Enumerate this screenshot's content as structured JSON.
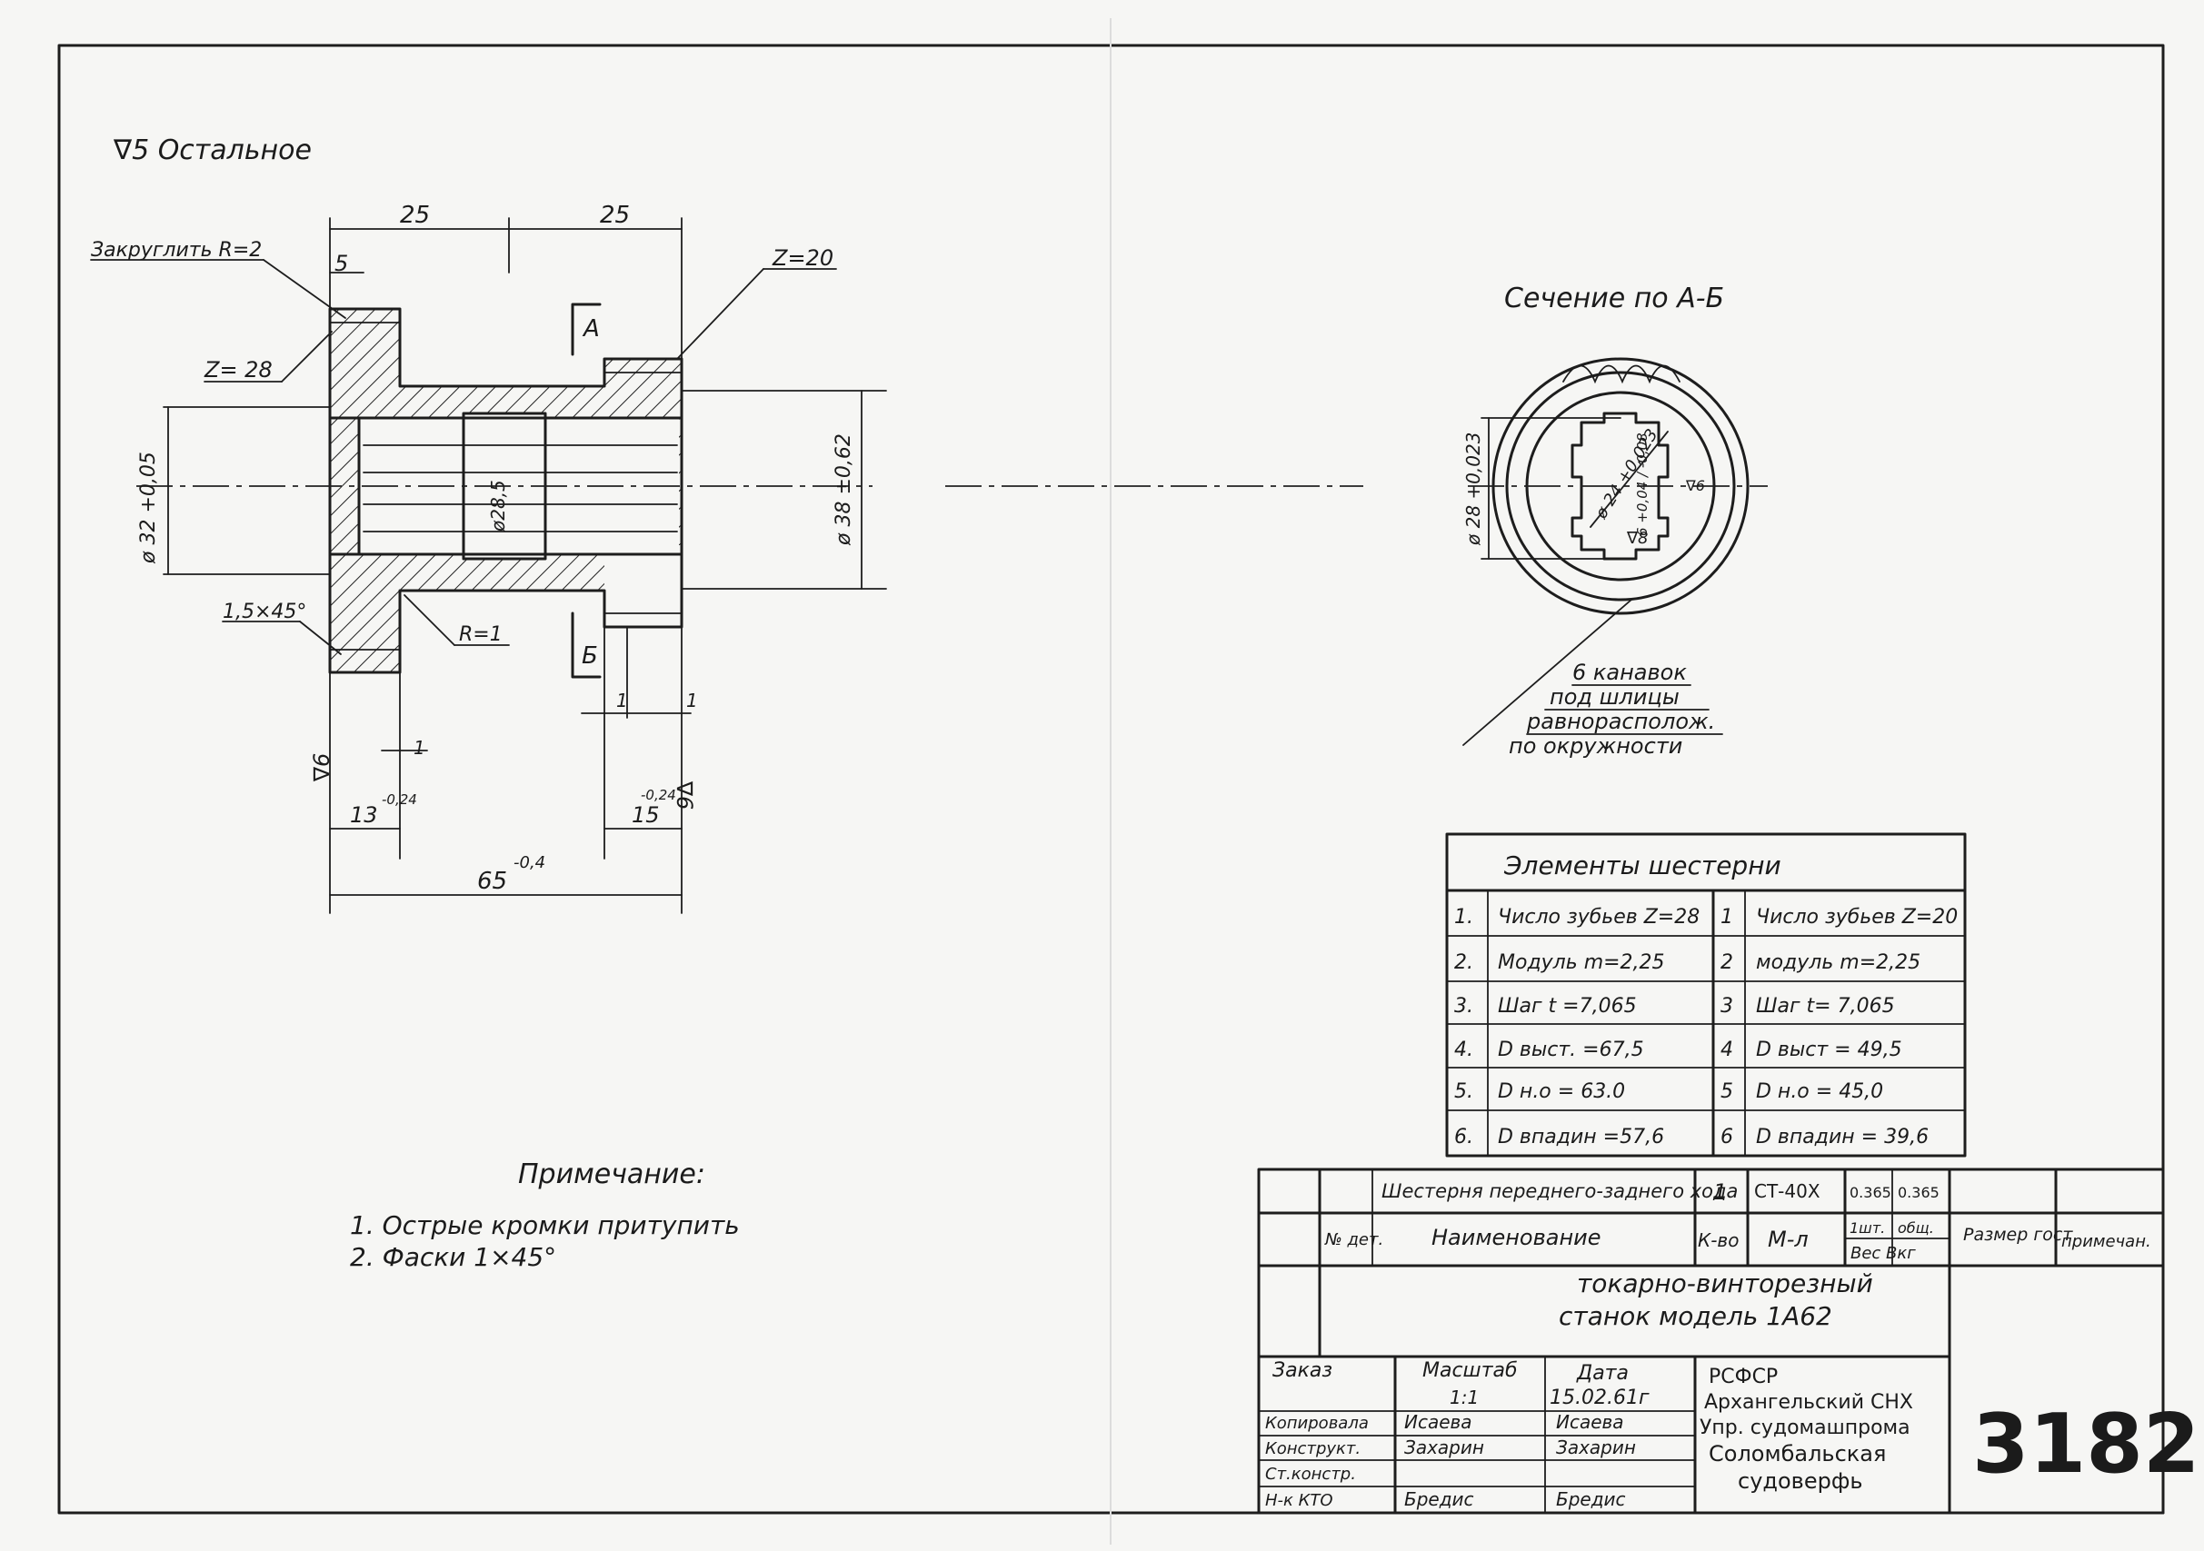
{
  "surface_finish_rest": "∇5 Остальное",
  "main_view": {
    "dims": {
      "top_left": "25",
      "top_right": "25",
      "collar": "5",
      "round_note": "Закруглить R=2",
      "z_left": "Z= 28",
      "z_right": "Z=20",
      "bore_left": "ø 32 +0,05",
      "bore_center": "ø28,5",
      "outer_right": "ø 38 ±0,62",
      "chamfer": "1,5×45°",
      "fillet": "R=1",
      "finish_left": "∇6",
      "finish_right": "∇6",
      "gap_small_left": "1",
      "gap_small_right_a": "1",
      "gap_small_right_b": "1",
      "len_left": "13",
      "len_left_tol": "-0,24",
      "len_right": "15",
      "len_right_tol": "-0,24",
      "total": "65",
      "total_tol": "-0,4",
      "section_a": "A",
      "section_b": "Б"
    }
  },
  "section_view": {
    "title": "Сечение по А-Б",
    "d28": "ø 28 +0,023",
    "d24": "ø 24 +0,023",
    "slot_w": "6 +0,04 / -0,08",
    "finish": "∇8",
    "finish2": "∇6",
    "note_lines": [
      "6 канавок",
      "под шлицы",
      "равнорасполож.",
      "по окружности"
    ]
  },
  "gear_table": {
    "title": "Элементы шестерни",
    "rows": [
      {
        "n1": "1.",
        "left": "Число зубьев Z=28",
        "n2": "1",
        "right": "Число зубьев Z=20"
      },
      {
        "n1": "2.",
        "left": "Модуль  m=2,25",
        "n2": "2",
        "right": "модуль m=2,25"
      },
      {
        "n1": "3.",
        "left": "Шаг     t =7,065",
        "n2": "3",
        "right": "Шаг  t= 7,065"
      },
      {
        "n1": "4.",
        "left": "D выст.     =67,5",
        "n2": "4",
        "right": "D выст = 49,5"
      },
      {
        "n1": "5.",
        "left": "D н.о       = 63.0",
        "n2": "5",
        "right": "D н.о    = 45,0"
      },
      {
        "n1": "6.",
        "left": "D впадин  =57,6",
        "n2": "6",
        "right": "D впадин = 39,6"
      }
    ]
  },
  "notes": {
    "title": "Примечание:",
    "items": [
      "1. Острые  кромки  притупить",
      "2. Фаски  1×45°"
    ]
  },
  "title_block": {
    "part_name": "Шестерня переднего-заднего хода",
    "qty": "1",
    "material": "СТ-40Х",
    "weight_1": "0.365",
    "weight_total": "0.365",
    "hdr_no": "№ дет.",
    "hdr_name": "Наименование",
    "hdr_qty": "К-во",
    "hdr_mat": "М-л",
    "hdr_w1": "1шт.",
    "hdr_w2": "общ.",
    "hdr_weight": "Вес  Вкг",
    "hdr_size": "Размер гост",
    "hdr_note": "примечан.",
    "machine_line1": "токарно-винторезный",
    "machine_line2": "станок  модель 1А62",
    "order_label": "Заказ",
    "scale_label": "Масштаб",
    "scale_value": "1:1",
    "date_label": "Дата",
    "date_value": "15.02.61г",
    "roles": [
      {
        "role": "Копировала",
        "sig": "Исаева",
        "name": "Исаева"
      },
      {
        "role": "Конструкт.",
        "sig": "Захарин",
        "name": "Захарин"
      },
      {
        "role": "Ст.констр.",
        "sig": "",
        "name": ""
      },
      {
        "role": "Н-к КТО",
        "sig": "Бредис",
        "name": "Бредис"
      }
    ],
    "org_lines": [
      "РСФСР",
      "Архангельский СНХ",
      "Упр. судомашпрома",
      "Соломбальская",
      "судоверфь"
    ],
    "drawing_number": "3182"
  }
}
